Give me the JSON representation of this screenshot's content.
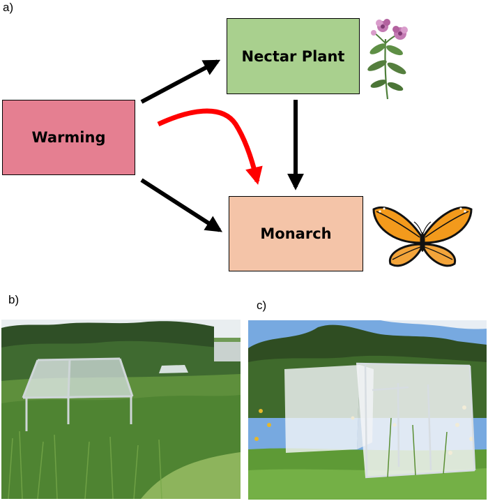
{
  "panels": {
    "a": "a)",
    "b": "b)",
    "c": "c)"
  },
  "nodes": {
    "warming": "Warming",
    "nectar_plant": "Nectar Plant",
    "monarch": "Monarch"
  },
  "colors": {
    "warming_fill": "#e57f91",
    "nectar_fill": "#a9d08e",
    "monarch_fill": "#f4c4a8",
    "direct_arrow": "#000000",
    "indirect_arrow": "#ff0000"
  },
  "edges": [
    {
      "from": "warming",
      "to": "nectar_plant",
      "color": "black"
    },
    {
      "from": "warming",
      "to": "monarch",
      "color": "black"
    },
    {
      "from": "nectar_plant",
      "to": "monarch",
      "color": "black"
    },
    {
      "from": "warming",
      "to": "monarch",
      "color": "red",
      "curved": true
    }
  ],
  "icons": [
    "bee-balm-flower-icon",
    "monarch-butterfly-icon"
  ]
}
